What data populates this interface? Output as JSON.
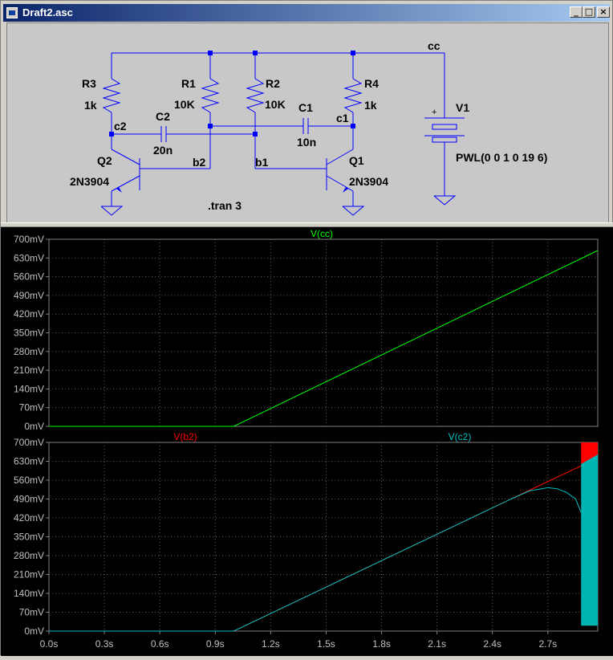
{
  "window": {
    "title": "Draft2.asc",
    "buttons": {
      "minimize": "_",
      "maximize": "□",
      "close": "×"
    }
  },
  "schematic": {
    "net_cc": "cc",
    "R3": {
      "name": "R3",
      "value": "1k"
    },
    "R1": {
      "name": "R1",
      "value": "10K"
    },
    "R2": {
      "name": "R2",
      "value": "10K"
    },
    "R4": {
      "name": "R4",
      "value": "1k"
    },
    "C2": {
      "name": "C2",
      "value": "20n"
    },
    "C1": {
      "name": "C1",
      "value": "10n"
    },
    "Q2": {
      "name": "Q2",
      "model": "2N3904"
    },
    "Q1": {
      "name": "Q1",
      "model": "2N3904"
    },
    "V1": {
      "name": "V1",
      "value": "PWL(0 0 1 0 19 6)",
      "plus": "+"
    },
    "net_c2": "c2",
    "net_c1": "c1",
    "net_b2": "b2",
    "net_b1": "b1",
    "directive": ".tran 3"
  },
  "chart_data": [
    {
      "type": "line",
      "series": [
        {
          "name": "V(cc)",
          "color": "#00ff00",
          "x": [
            0,
            1,
            2.97
          ],
          "y": [
            0,
            0,
            658
          ]
        }
      ],
      "xlim": [
        0,
        2.97
      ],
      "ylim": [
        0,
        700
      ],
      "yticks": [
        "0mV",
        "70mV",
        "140mV",
        "210mV",
        "280mV",
        "350mV",
        "420mV",
        "490mV",
        "560mV",
        "630mV",
        "700mV"
      ],
      "grid": true
    },
    {
      "type": "line",
      "series": [
        {
          "name": "V(b2)",
          "color": "#ff0000",
          "x": [
            0,
            1,
            2.5,
            2.9
          ],
          "y": [
            0,
            0,
            490,
            620
          ]
        },
        {
          "name": "V(c2)",
          "color": "#00c0c0",
          "x": [
            0,
            1,
            2.5,
            2.6,
            2.7,
            2.75,
            2.8,
            2.85,
            2.88
          ],
          "y": [
            0,
            0,
            490,
            520,
            532,
            528,
            515,
            490,
            440
          ]
        }
      ],
      "xlim": [
        0,
        2.97
      ],
      "ylim": [
        0,
        700
      ],
      "yticks": [
        "0mV",
        "70mV",
        "140mV",
        "210mV",
        "280mV",
        "350mV",
        "420mV",
        "490mV",
        "560mV",
        "630mV",
        "700mV"
      ],
      "xticks": [
        "0.0s",
        "0.3s",
        "0.6s",
        "0.9s",
        "1.2s",
        "1.5s",
        "1.8s",
        "2.1s",
        "2.4s",
        "2.7s"
      ],
      "grid": true
    }
  ]
}
